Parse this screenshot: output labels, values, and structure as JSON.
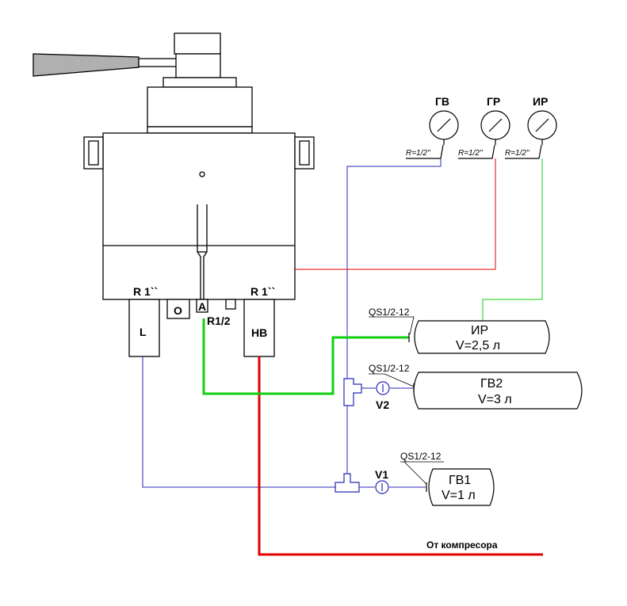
{
  "valve": {
    "port_left_label": "R 1``",
    "port_right_label": "R 1``",
    "port_o": "О",
    "port_a": "А",
    "port_a_size": "R1/2",
    "port_l": "L",
    "port_hb": "НВ"
  },
  "gauges": [
    {
      "name": "ГВ",
      "thread": "R=1/2\""
    },
    {
      "name": "ГР",
      "thread": "R=1/2\""
    },
    {
      "name": "ИР",
      "thread": "R=1/2\""
    }
  ],
  "tanks": [
    {
      "name": "ИР",
      "volume": "V=2,5 л",
      "coupling": "QS1/2-12"
    },
    {
      "name": "ГВ2",
      "volume": "V=3 л",
      "coupling": "QS1/2-12"
    },
    {
      "name": "ГВ1",
      "volume": "V=1 л",
      "coupling": "QS1/2-12"
    }
  ],
  "valves": {
    "v1": "V1",
    "v2": "V2"
  },
  "compressor_label": "От компресора",
  "colors": {
    "blue_line": "#2828b4",
    "red_line": "#e00000",
    "green_line": "#10d010",
    "outline": "#000000"
  }
}
